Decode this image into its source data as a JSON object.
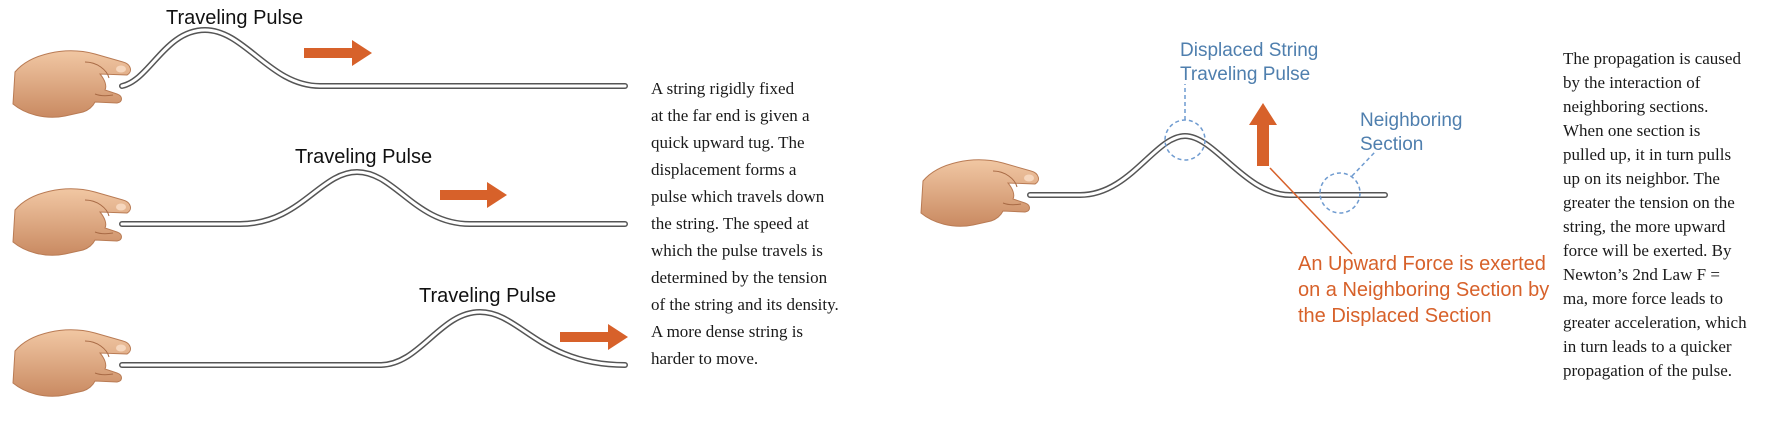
{
  "left_panel": {
    "pulse_labels": [
      "Traveling Pulse",
      "Traveling Pulse",
      "Traveling Pulse"
    ],
    "description_lines": [
      "A string rigidly fixed",
      "at the far end is given a",
      "quick upward tug. The",
      "displacement forms a",
      "pulse which travels down",
      "the string. The speed at",
      "which the pulse travels is",
      "determined by the tension",
      "of the string and its density.",
      "A more dense string is",
      "harder to move."
    ]
  },
  "right_panel": {
    "displaced_label": [
      "Displaced String",
      "Traveling Pulse"
    ],
    "neighbor_label": [
      "Neighboring",
      "Section"
    ],
    "force_label": [
      "An Upward Force is exerted",
      "on a Neighboring Section by",
      "the Displaced Section"
    ],
    "description_lines": [
      "The propagation is caused",
      "by the interaction of",
      "neighboring sections.",
      "When one section is",
      "pulled up, it in turn pulls",
      "up on its neighbor. The",
      "greater the tension on the",
      "string, the more upward",
      "force will be exerted. By",
      "Newton’s 2nd Law F =",
      "ma, more force leads to",
      "greater acceleration, which",
      "in turn leads to a quicker",
      "propagation of the pulse."
    ]
  },
  "colors": {
    "arrow": "#d7612a",
    "blue_label": "#4f7fae",
    "skin": "#e7b48d"
  },
  "icons": [
    "hand-icon",
    "right-arrow-icon",
    "up-arrow-icon"
  ]
}
